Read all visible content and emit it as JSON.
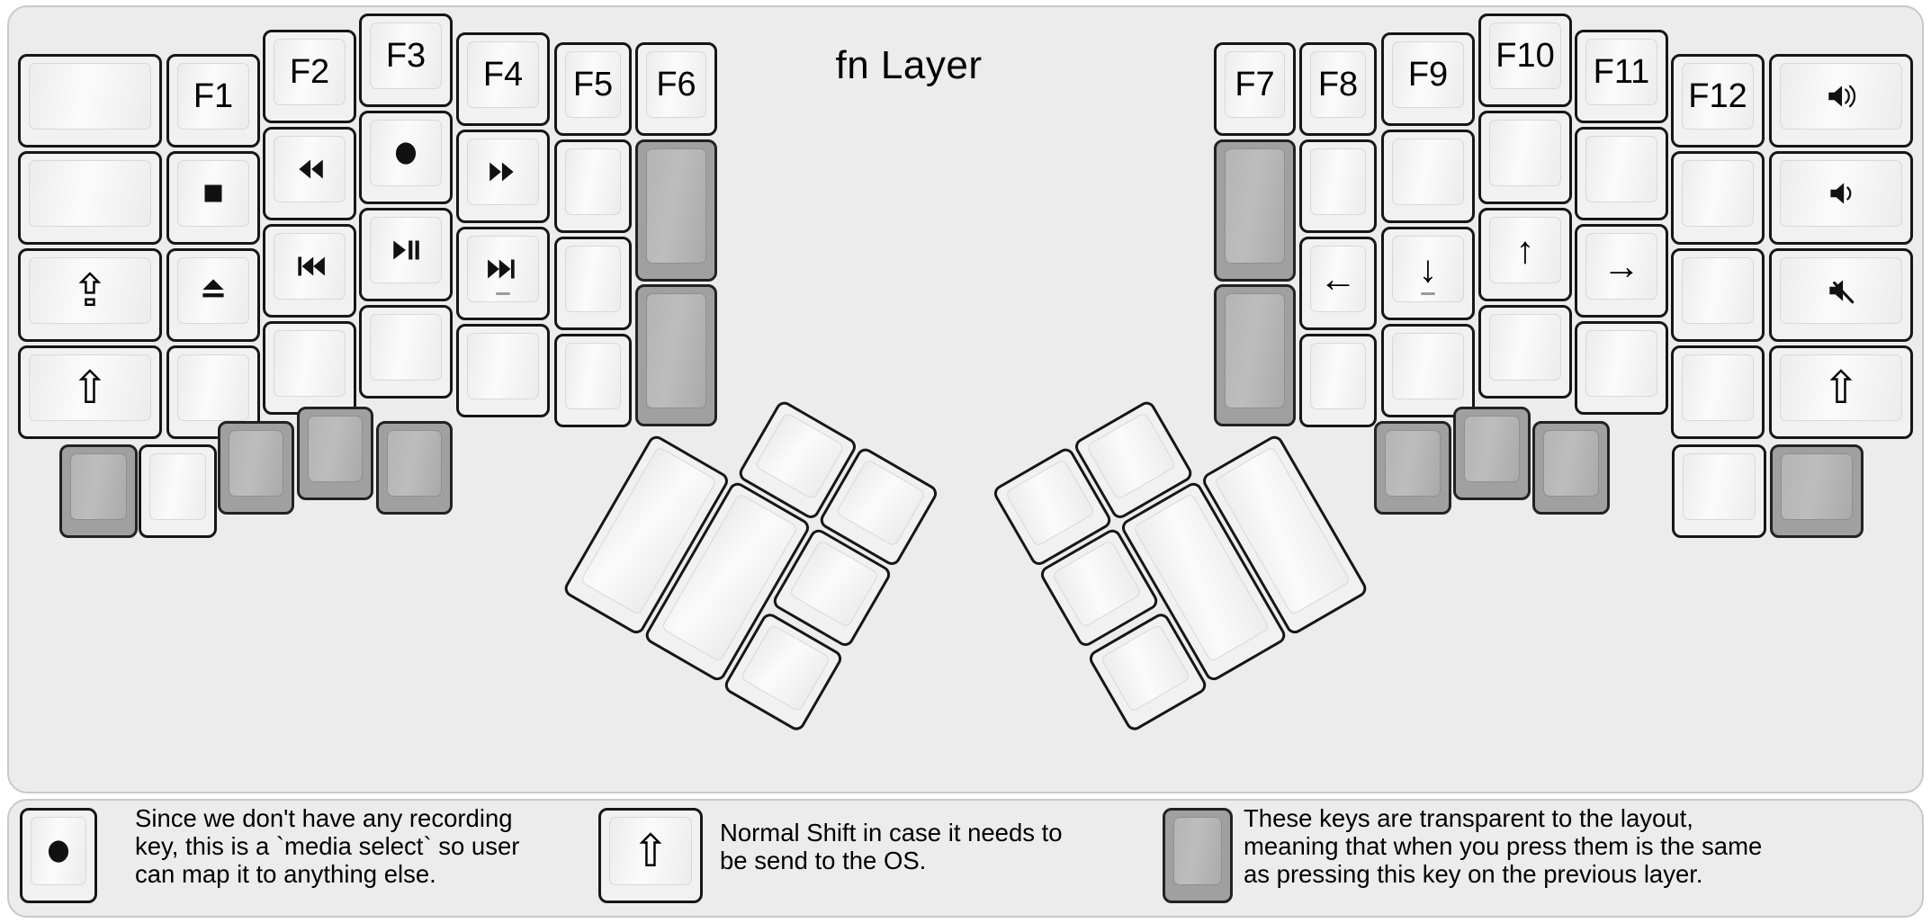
{
  "title": "fn Layer",
  "colors": {
    "panel_bg": "#ececec",
    "panel_border": "#c9c9c9",
    "key_white": "#f1f1f1",
    "key_gray": "#a0a0a0",
    "key_outline": "#161616",
    "text": "#000000",
    "homing_bar": "#9a9a9a"
  },
  "keyboard": {
    "left": {
      "columns": [
        {
          "keys": [
            {
              "blank": true
            },
            {
              "blank": true
            },
            {
              "icon": "caps-lock"
            },
            {
              "icon": "shift"
            }
          ]
        },
        {
          "keys": [
            {
              "label": "F1"
            },
            {
              "icon": "stop"
            },
            {
              "icon": "eject"
            },
            {
              "blank": true
            }
          ]
        },
        {
          "keys": [
            {
              "label": "F2"
            },
            {
              "icon": "rewind"
            },
            {
              "icon": "prev-track"
            },
            {
              "blank": true
            }
          ]
        },
        {
          "keys": [
            {
              "label": "F3"
            },
            {
              "icon": "record"
            },
            {
              "icon": "play-pause"
            },
            {
              "blank": true
            }
          ]
        },
        {
          "keys": [
            {
              "label": "F4"
            },
            {
              "icon": "fast-forward"
            },
            {
              "icon": "next-track",
              "homing": true
            },
            {
              "blank": true
            }
          ]
        },
        {
          "keys": [
            {
              "label": "F5"
            },
            {
              "blank": true
            },
            {
              "blank": true
            },
            {
              "blank": true
            }
          ]
        },
        {
          "keys": [
            {
              "label": "F6"
            },
            {
              "style": "gray",
              "tall": true
            },
            {
              "style": "gray",
              "tall": true
            }
          ]
        }
      ],
      "bottom_row": [
        {
          "style": "gray"
        },
        {
          "style": "white"
        },
        {
          "style": "gray"
        },
        {
          "style": "gray"
        },
        {
          "style": "gray"
        }
      ],
      "thumb_keys": [
        {
          "blank": true
        },
        {
          "blank": true
        },
        {
          "blank": true
        },
        {
          "blank": true
        },
        {
          "blank": true
        },
        {
          "blank": true
        }
      ]
    },
    "right": {
      "columns": [
        {
          "keys": [
            {
              "label": "F7"
            },
            {
              "style": "gray",
              "tall": true
            },
            {
              "style": "gray",
              "tall": true
            }
          ]
        },
        {
          "keys": [
            {
              "label": "F8"
            },
            {
              "blank": true
            },
            {
              "icon": "arrow-left"
            },
            {
              "blank": true
            }
          ]
        },
        {
          "keys": [
            {
              "label": "F9"
            },
            {
              "blank": true
            },
            {
              "icon": "arrow-down",
              "homing": true
            },
            {
              "blank": true
            }
          ]
        },
        {
          "keys": [
            {
              "label": "F10"
            },
            {
              "blank": true
            },
            {
              "icon": "arrow-up"
            },
            {
              "blank": true
            }
          ]
        },
        {
          "keys": [
            {
              "label": "F11"
            },
            {
              "blank": true
            },
            {
              "icon": "arrow-right"
            },
            {
              "blank": true
            }
          ]
        },
        {
          "keys": [
            {
              "label": "F12"
            },
            {
              "blank": true
            },
            {
              "blank": true
            },
            {
              "blank": true
            }
          ]
        },
        {
          "keys": [
            {
              "icon": "volume-up"
            },
            {
              "icon": "volume-down"
            },
            {
              "icon": "mute"
            },
            {
              "icon": "shift"
            }
          ]
        }
      ],
      "bottom_row": [
        {
          "style": "gray"
        },
        {
          "style": "gray"
        },
        {
          "style": "gray"
        },
        {
          "style": "white"
        },
        {
          "style": "gray"
        }
      ],
      "thumb_keys": [
        {
          "blank": true
        },
        {
          "blank": true
        },
        {
          "blank": true
        },
        {
          "blank": true
        },
        {
          "blank": true
        },
        {
          "blank": true
        }
      ]
    }
  },
  "legend": [
    {
      "key_style": "white",
      "icon": "record",
      "text": "Since we don't have any recording key, this is a `media select` so user can map it to anything else."
    },
    {
      "key_style": "white",
      "icon": "shift",
      "text": "Normal Shift in case it needs to be send to the OS."
    },
    {
      "key_style": "gray",
      "icon": "",
      "text": "These keys are transparent to the layout, meaning that when you press them is the same as pressing this key on the previous layer."
    }
  ]
}
